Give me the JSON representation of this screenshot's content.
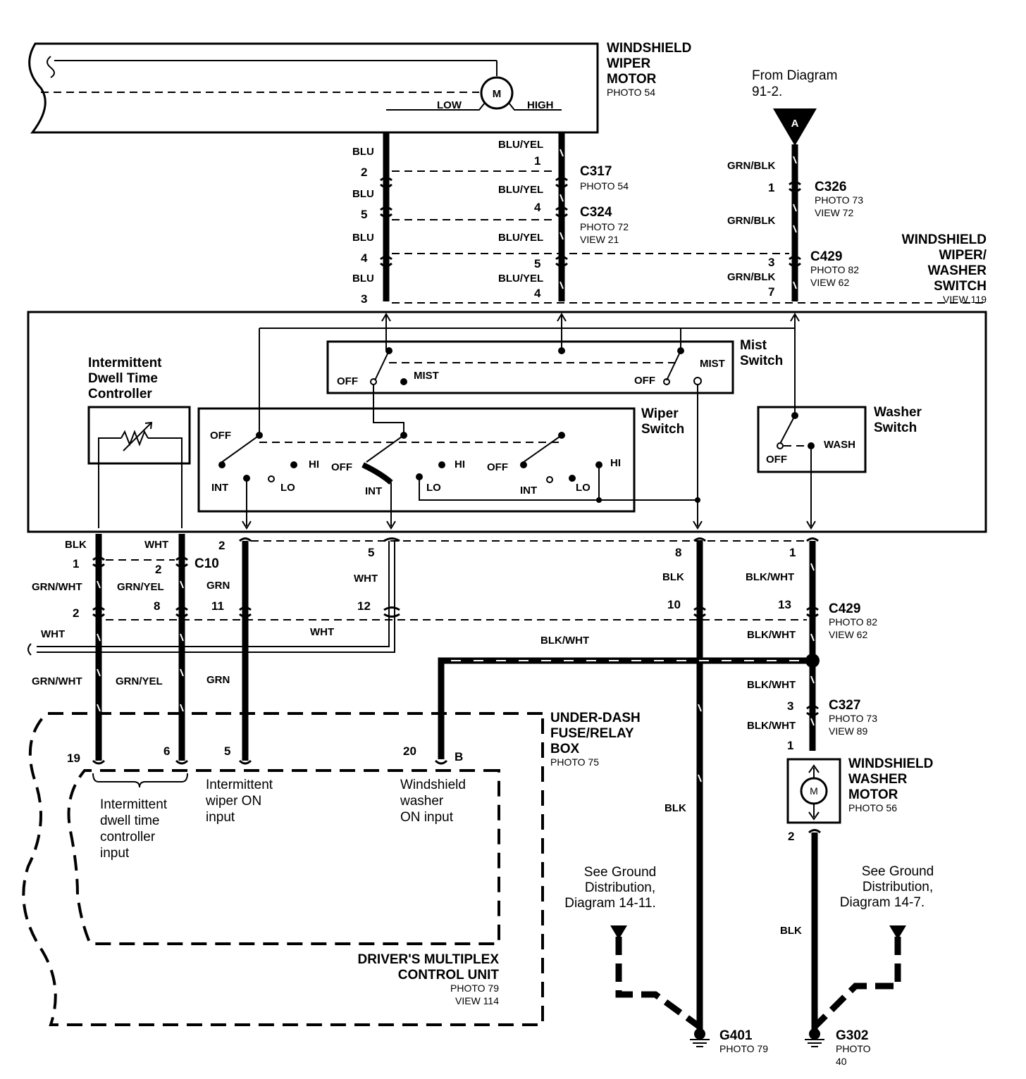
{
  "components": {
    "wiper_motor": {
      "name": [
        "WINDSHIELD",
        "WIPER",
        "MOTOR"
      ],
      "photo": "PHOTO 54",
      "low": "LOW",
      "high": "HIGH",
      "symbol": "M"
    },
    "from_diagram": [
      "From Diagram",
      "91-2."
    ],
    "connector_a": "A",
    "wiper_washer_switch": {
      "name": [
        "WINDSHIELD",
        "WIPER/",
        "WASHER",
        "SWITCH"
      ],
      "view": "VIEW 119"
    },
    "dwell_controller": [
      "Intermittent",
      "Dwell Time",
      "Controller"
    ],
    "mist_switch": {
      "name": [
        "Mist",
        "Switch"
      ],
      "off": "OFF",
      "mist": "MIST"
    },
    "wiper_switch": {
      "name": [
        "Wiper",
        "Switch"
      ],
      "off": "OFF",
      "int": "INT",
      "lo": "LO",
      "hi": "HI"
    },
    "washer_switch": {
      "name": [
        "Washer",
        "Switch"
      ],
      "off": "OFF",
      "wash": "WASH"
    },
    "fuse_box": {
      "name": [
        "UNDER-DASH",
        "FUSE/RELAY",
        "BOX"
      ],
      "photo": "PHOTO 75"
    },
    "mpcu": {
      "name": [
        "DRIVER'S MULTIPLEX",
        "CONTROL UNIT"
      ],
      "photo": "PHOTO 79",
      "view": "VIEW 114"
    },
    "mpcu_inputs": {
      "dwell": [
        "Intermittent",
        "dwell time",
        "controller",
        "input"
      ],
      "wiper_on": [
        "Intermittent",
        "wiper ON",
        "input"
      ],
      "washer_on": [
        "Windshield",
        "washer",
        "ON input"
      ]
    },
    "washer_motor": {
      "name": [
        "WINDSHIELD",
        "WASHER",
        "MOTOR"
      ],
      "photo": "PHOTO 56",
      "symbol": "M"
    },
    "ground_notes": {
      "g401_note": [
        "See Ground",
        "Distribution,",
        "Diagram 14-11."
      ],
      "g302_note": [
        "See Ground",
        "Distribution,",
        "Diagram 14-7."
      ]
    },
    "grounds": {
      "g401": {
        "name": "G401",
        "photo": "PHOTO 79"
      },
      "g302": {
        "name": "G302",
        "photo": [
          "PHOTO",
          "40"
        ]
      }
    }
  },
  "connectors": {
    "c317": {
      "name": "C317",
      "photo": "PHOTO 54"
    },
    "c324": {
      "name": "C324",
      "photo": "PHOTO 72",
      "view": "VIEW 21"
    },
    "c326": {
      "name": "C326",
      "photo": "PHOTO 73",
      "view": "VIEW 72"
    },
    "c429_top": {
      "name": "C429",
      "photo": "PHOTO 82",
      "view": "VIEW 62"
    },
    "c10": {
      "name": "C10"
    },
    "c429_bottom": {
      "name": "C429",
      "photo": "PHOTO 82",
      "view": "VIEW 62"
    },
    "c327": {
      "name": "C327",
      "photo": "PHOTO 73",
      "view": "VIEW 89"
    }
  },
  "wire_colors": {
    "blu": "BLU",
    "blu_yel": "BLU/YEL",
    "grn_blk": "GRN/BLK",
    "blk": "BLK",
    "wht": "WHT",
    "grn": "GRN",
    "grn_wht": "GRN/WHT",
    "grn_yel": "GRN/YEL",
    "blk_wht": "BLK/WHT"
  },
  "pins": {
    "blu_top": "2",
    "blu_c324": "5",
    "blu_c429": "4",
    "blu_sw": "3",
    "bluyel_top": "1",
    "bluyel_c324": "4",
    "bluyel_c429": "5",
    "bluyel_sw": "4",
    "grnblk_c326": "1",
    "grnblk_c429": "3",
    "grnblk_sw": "7",
    "c10_blk": "1",
    "c10_wht": "2",
    "sw_grn": "2",
    "sw_wht": "5",
    "sw_blk": "8",
    "sw_blkwht": "1",
    "l_grnwht": "2",
    "l_grnyel": "8",
    "l_grn": "11",
    "l_wht": "12",
    "l_blk": "10",
    "l_blkwht": "13",
    "c327_in": "3",
    "c327_out": "1",
    "motor_out": "2",
    "mpcu_19": "19",
    "mpcu_6": "6",
    "mpcu_5": "5",
    "mpcu_20": "20",
    "fuse_b": "B"
  }
}
